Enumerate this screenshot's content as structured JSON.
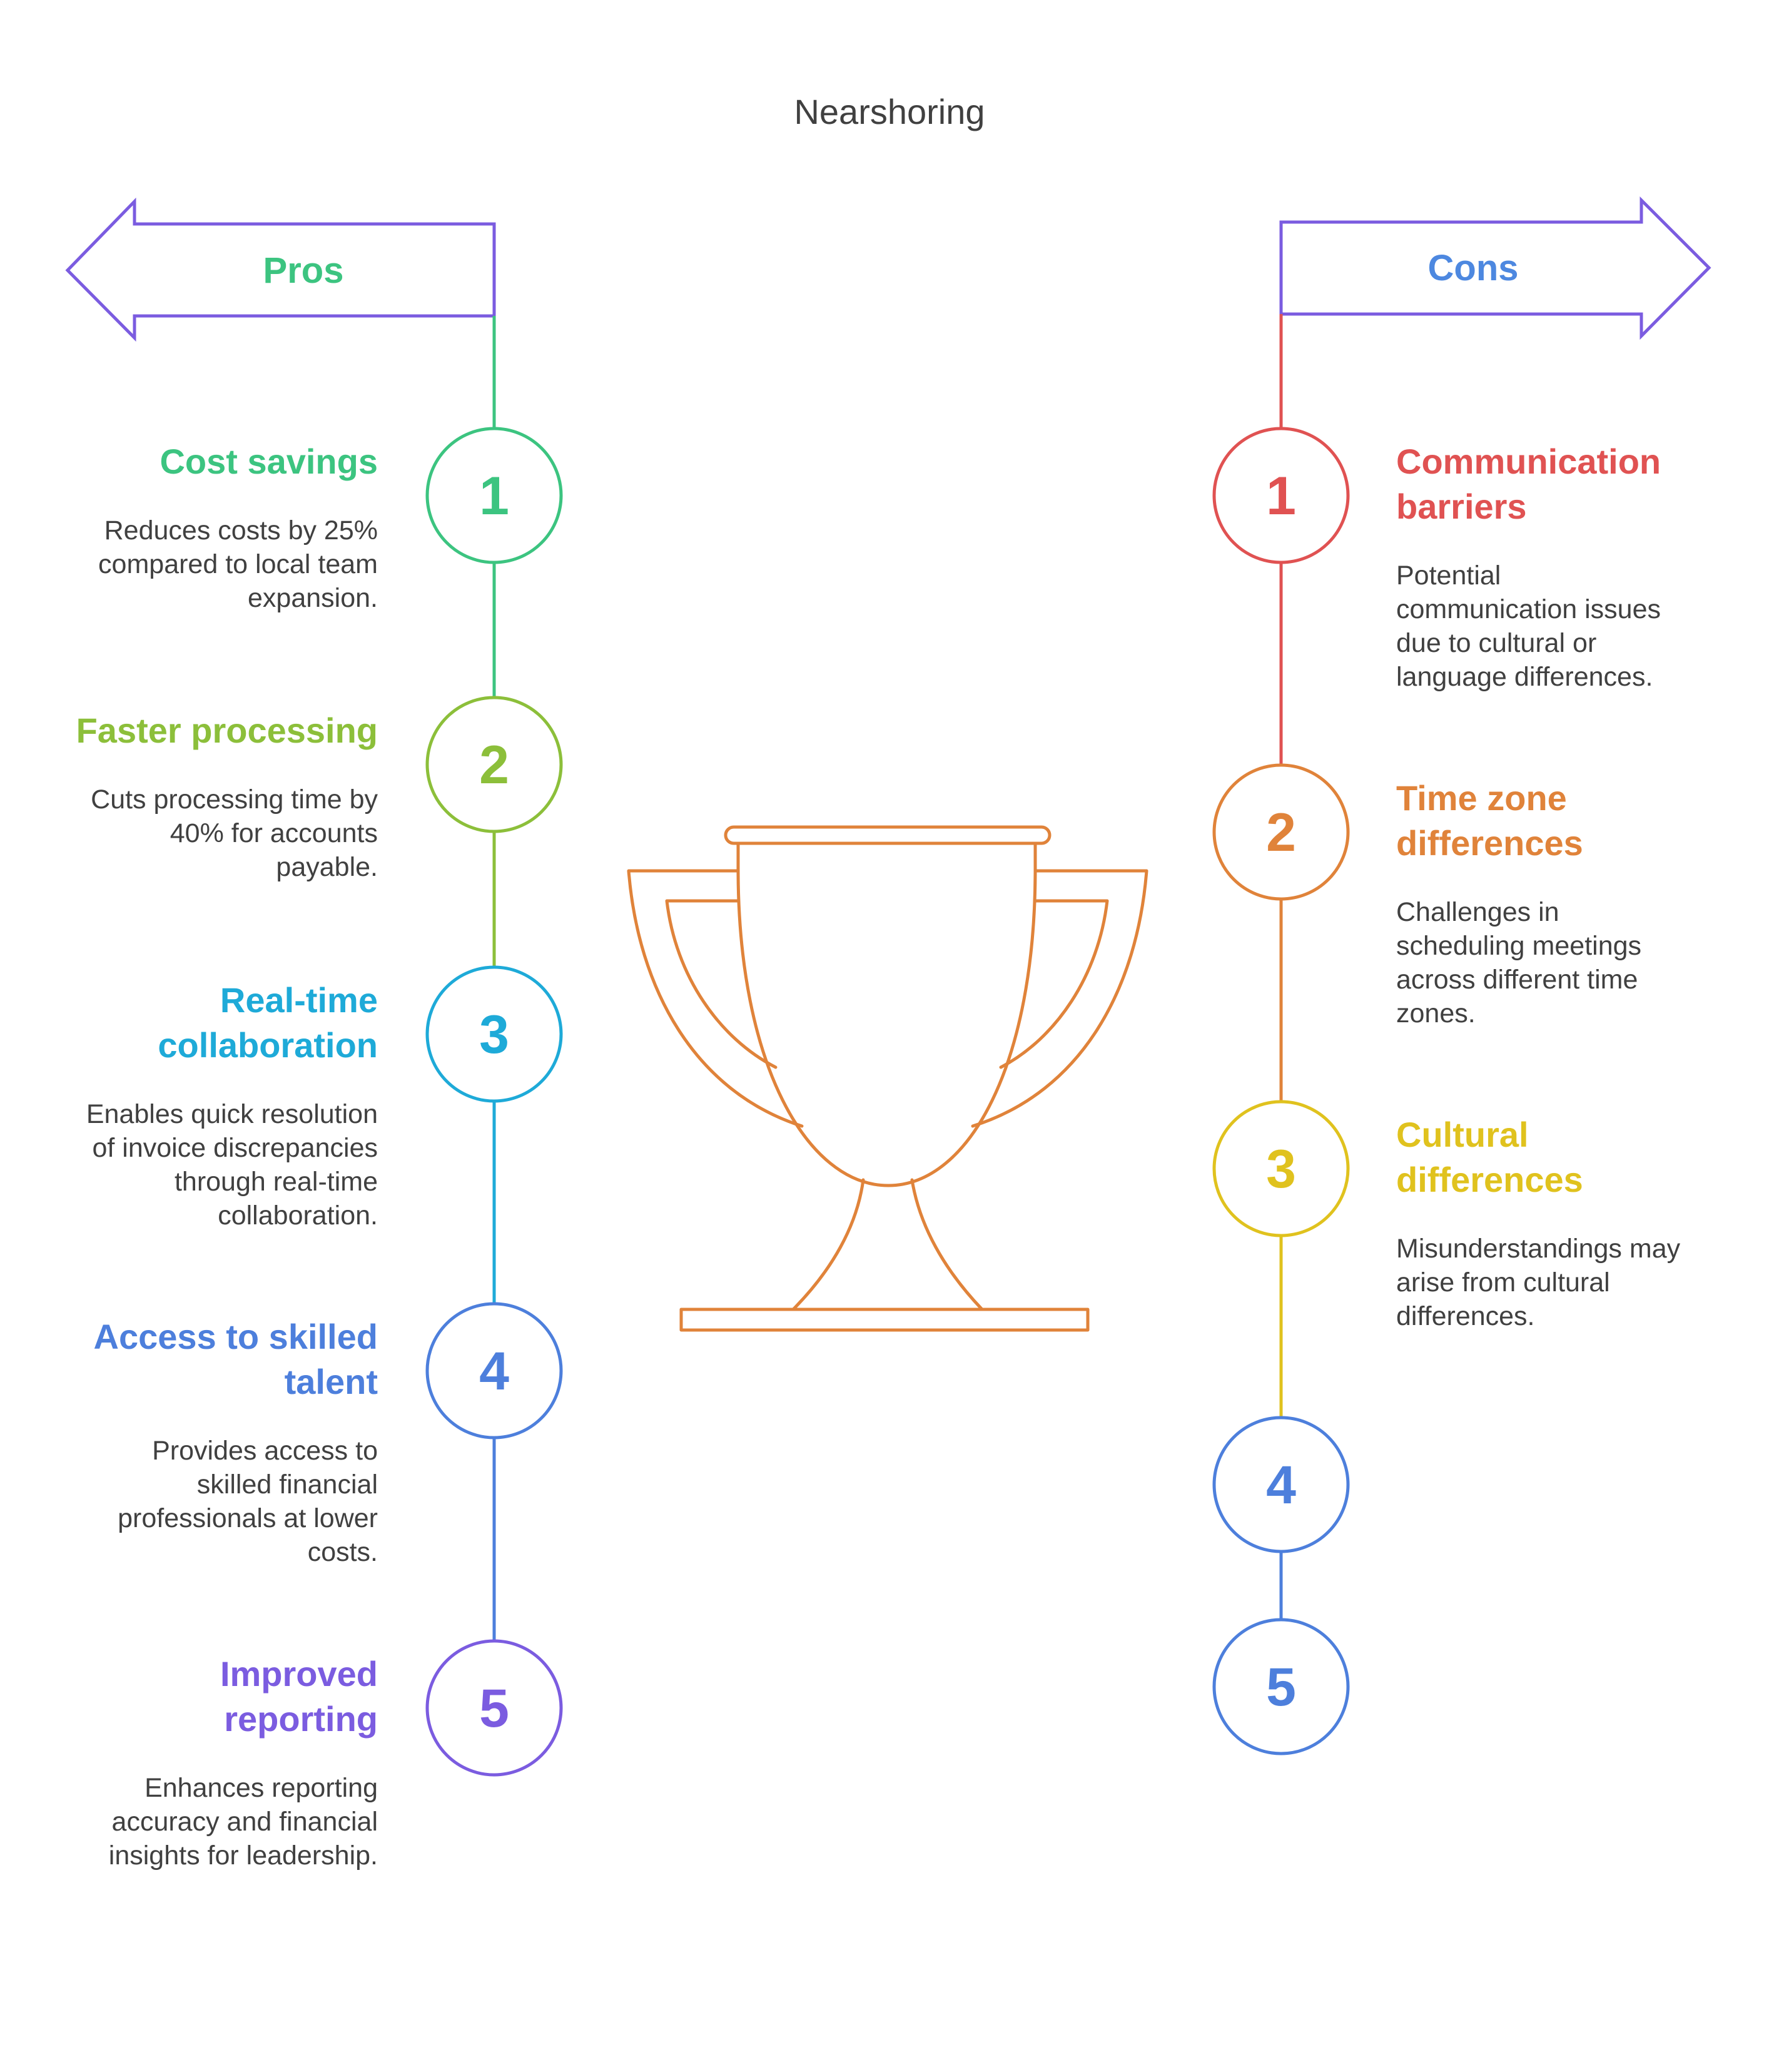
{
  "title": "Nearshoring",
  "colors": {
    "pros_arrow": "#7b5ce0",
    "pros_label": "#3cc480",
    "cons_label": "#4d88e0",
    "trophy": "#e0833a",
    "text": "#404040"
  },
  "pros": {
    "label": "Pros",
    "items": [
      {
        "number": "1",
        "heading": [
          "Cost savings"
        ],
        "description": [
          "Reduces costs by 25%",
          "compared to local team",
          "expansion."
        ],
        "color": "#3cc480"
      },
      {
        "number": "2",
        "heading": [
          "Faster processing"
        ],
        "description": [
          "Cuts processing time by",
          "40% for accounts",
          "payable."
        ],
        "color": "#8cbf3a"
      },
      {
        "number": "3",
        "heading": [
          "Real-time",
          "collaboration"
        ],
        "description": [
          "Enables quick resolution",
          "of invoice discrepancies",
          "through real-time",
          "collaboration."
        ],
        "color": "#1eaad8"
      },
      {
        "number": "4",
        "heading": [
          "Access to skilled",
          "talent"
        ],
        "description": [
          "Provides access to",
          "skilled financial",
          "professionals at lower",
          "costs."
        ],
        "color": "#4d7fdc"
      },
      {
        "number": "5",
        "heading": [
          "Improved",
          "reporting"
        ],
        "description": [
          "Enhances reporting",
          "accuracy and financial",
          "insights for leadership."
        ],
        "color": "#7b5ce0"
      }
    ]
  },
  "cons": {
    "label": "Cons",
    "items": [
      {
        "number": "1",
        "heading": [
          "Communication",
          "barriers"
        ],
        "description": [
          "Potential",
          "communication issues",
          "due to cultural or",
          "language differences."
        ],
        "color": "#e05252"
      },
      {
        "number": "2",
        "heading": [
          "Time zone",
          "differences"
        ],
        "description": [
          "Challenges in",
          "scheduling meetings",
          "across different time",
          "zones."
        ],
        "color": "#e0833a"
      },
      {
        "number": "3",
        "heading": [
          "Cultural",
          "differences"
        ],
        "description": [
          "Misunderstandings may",
          "arise from cultural",
          "differences."
        ],
        "color": "#e0c21e"
      },
      {
        "number": "4",
        "heading": [],
        "description": [],
        "color": "#4d7fdc"
      },
      {
        "number": "5",
        "heading": [],
        "description": [],
        "color": "#4d7fdc"
      }
    ]
  }
}
